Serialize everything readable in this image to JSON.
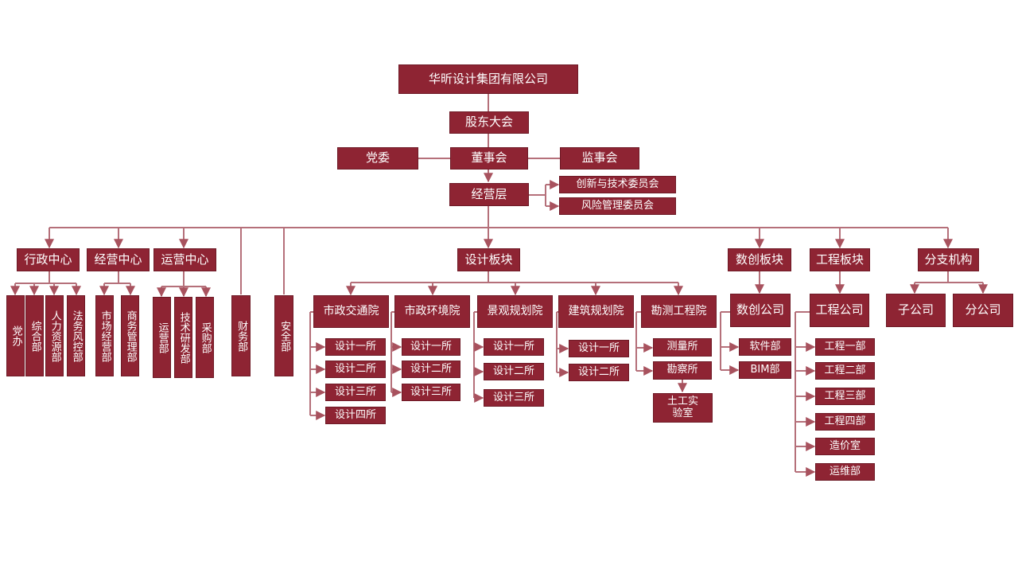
{
  "root": "华昕设计集团有限公司",
  "governance": {
    "shareholders": "股东大会",
    "party": "党委",
    "board": "董事会",
    "supervisors": "监事会",
    "management": "经营层",
    "committees": [
      "创新与技术委员会",
      "风险管理委员会"
    ]
  },
  "centers": {
    "admin": {
      "label": "行政中心",
      "depts": [
        "党办",
        "综合部",
        "人力资源部",
        "法务风控部"
      ]
    },
    "business": {
      "label": "经营中心",
      "depts": [
        "市场经营部",
        "商务管理部"
      ]
    },
    "operations": {
      "label": "运营中心",
      "depts": [
        "运营部",
        "技术研发部",
        "采购部"
      ]
    },
    "finance": "财务部",
    "safety": "安全部"
  },
  "design": {
    "label": "设计板块",
    "institutes": [
      {
        "name": "市政交通院",
        "subs": [
          "设计一所",
          "设计二所",
          "设计三所",
          "设计四所"
        ]
      },
      {
        "name": "市政环境院",
        "subs": [
          "设计一所",
          "设计二所",
          "设计三所"
        ]
      },
      {
        "name": "景观规划院",
        "subs": [
          "设计一所",
          "设计二所",
          "设计三所"
        ]
      },
      {
        "name": "建筑规划院",
        "subs": [
          "设计一所",
          "设计二所"
        ]
      },
      {
        "name": "勘测工程院",
        "subs": [
          "测量所",
          "勘察所"
        ],
        "lab": "土工实验室"
      }
    ]
  },
  "digital": {
    "label": "数创板块",
    "company": "数创公司",
    "subs": [
      "软件部",
      "BIM部"
    ]
  },
  "engineering": {
    "label": "工程板块",
    "company": "工程公司",
    "subs": [
      "工程一部",
      "工程二部",
      "工程三部",
      "工程四部",
      "造价室",
      "运维部"
    ]
  },
  "branches": {
    "label": "分支机构",
    "subs": [
      "子公司",
      "分公司"
    ]
  },
  "colors": {
    "box": "#8e2433",
    "line": "#b5707a",
    "text": "#ffffff"
  }
}
